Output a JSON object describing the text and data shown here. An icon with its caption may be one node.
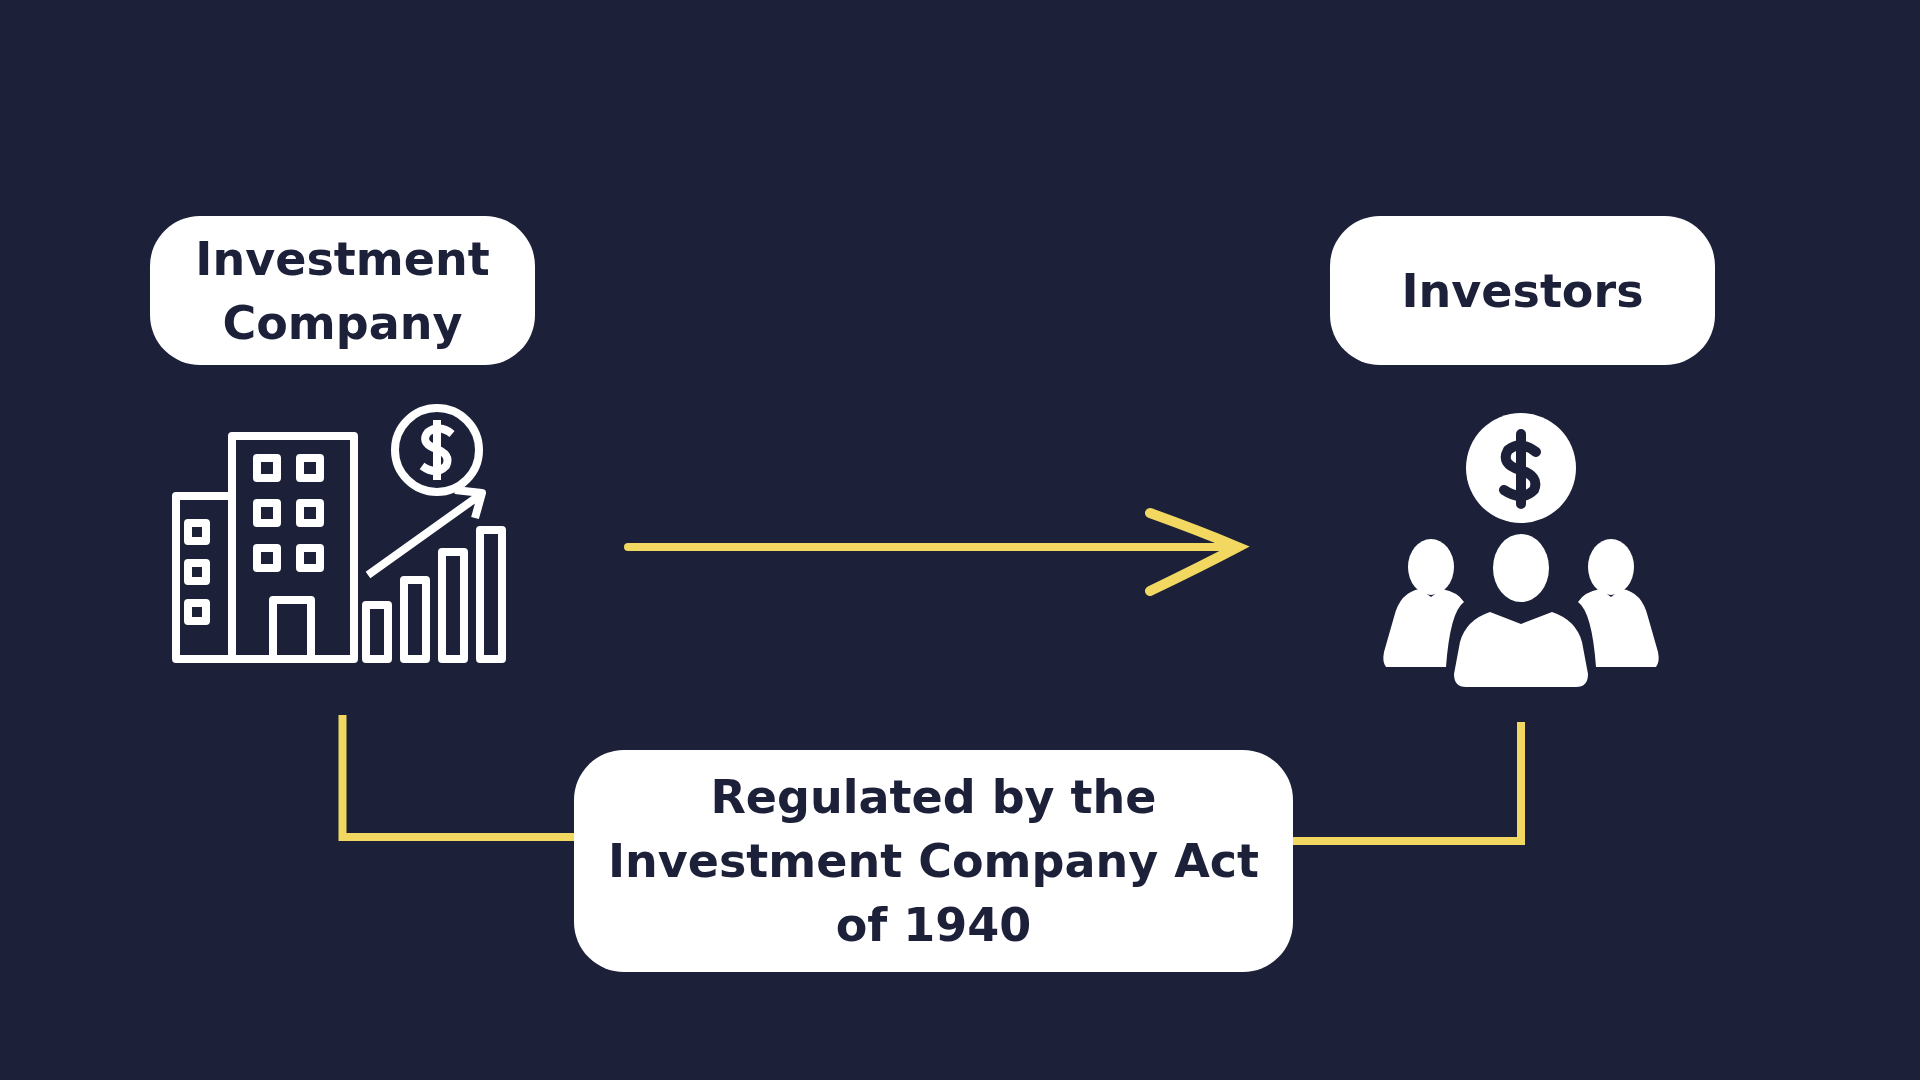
{
  "diagram": {
    "nodes": [
      {
        "text": [
          "Investment Company"
        ]
      },
      {
        "text": [],
        "shape": "picture"
      },
      {
        "text": [
          "Investors"
        ]
      },
      {
        "text": [],
        "shape": "picture"
      },
      {
        "text": [
          "Regulated by the Investment Company Act of 1940"
        ]
      }
    ],
    "edges": [
      {
        "from": 1,
        "to": 3,
        "arrow": "to"
      },
      {
        "from": 1,
        "to": 4,
        "arrow": "none"
      },
      {
        "from": 3,
        "to": 4,
        "arrow": "none"
      }
    ]
  }
}
